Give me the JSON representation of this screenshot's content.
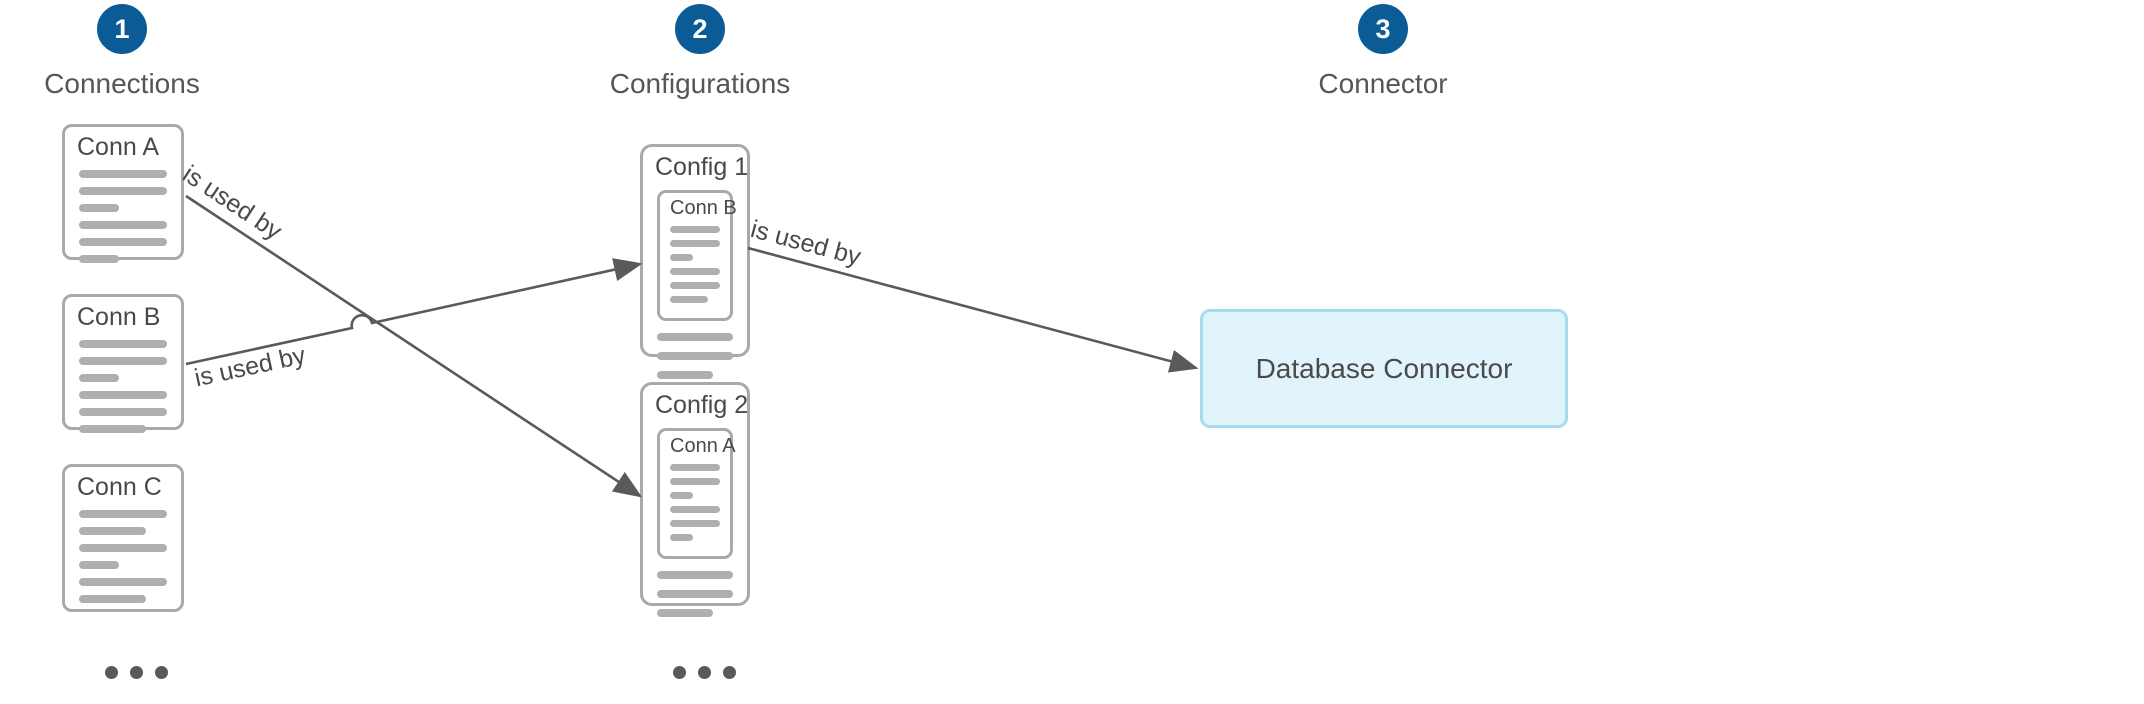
{
  "diagram": {
    "title": "Connections, Configurations and Connector relationship diagram",
    "background": "#ffffff",
    "badge_color": "#0B5C96",
    "card_border_color": "#A9A9A9",
    "line_color": "#AFAFAF",
    "edge_color": "#5A5A5A",
    "connector_fill": "#E2F4FB",
    "connector_border": "#A5DCEF",
    "text_color": "#494949"
  },
  "columns": [
    {
      "step": "1",
      "title": "Connections",
      "cards": [
        {
          "title": "Conn A",
          "lines": [
            "w-full",
            "w-full",
            "w-short",
            "w-full",
            "w-full",
            "w-short"
          ]
        },
        {
          "title": "Conn B",
          "lines": [
            "w-full",
            "w-full",
            "w-short",
            "w-full",
            "w-full",
            "w-med"
          ]
        },
        {
          "title": "Conn C",
          "lines": [
            "w-full",
            "w-med",
            "w-full",
            "w-short",
            "w-full",
            "w-med"
          ]
        }
      ],
      "more": "•••"
    },
    {
      "step": "2",
      "title": "Configurations",
      "cards": [
        {
          "title": "Config 1",
          "inner": {
            "title": "Conn B",
            "lines": [
              "w-full",
              "w-full",
              "w-short",
              "w-full",
              "w-full",
              "w-med"
            ]
          },
          "footer_lines": [
            "w-full",
            "w-full",
            "w-med"
          ]
        },
        {
          "title": "Config 2",
          "inner": {
            "title": "Conn A",
            "lines": [
              "w-full",
              "w-full",
              "w-short",
              "w-full",
              "w-full",
              "w-short"
            ]
          },
          "footer_lines": [
            "w-full",
            "w-full",
            "w-med"
          ]
        }
      ],
      "more": "•••"
    },
    {
      "step": "3",
      "title": "Connector",
      "box": {
        "label": "Database Connector"
      }
    }
  ],
  "edges": [
    {
      "id": "conn-a-to-config-2",
      "label": "is used by",
      "from": "Conn A",
      "to": "Config 2"
    },
    {
      "id": "conn-b-to-config-1",
      "label": "is used by",
      "from": "Conn B",
      "to": "Config 1"
    },
    {
      "id": "config-1-to-connector",
      "label": "is used by",
      "from": "Config 1",
      "to": "Database Connector"
    }
  ]
}
